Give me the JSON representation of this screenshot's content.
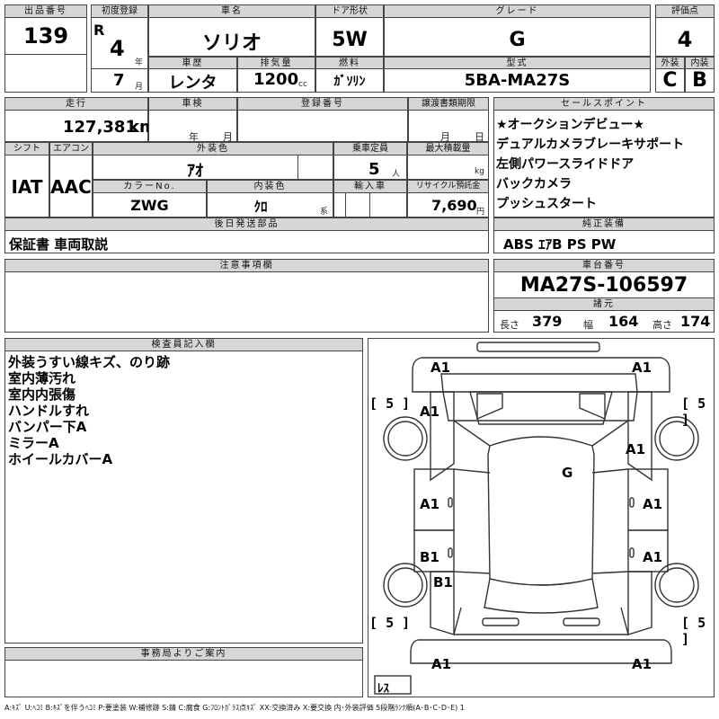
{
  "head": {
    "lot_label": "出品番号",
    "lot_no": "139",
    "first_reg_label": "初度登録",
    "era": "R",
    "year": "4",
    "year_unit": "年",
    "month": "7",
    "month_unit": "月",
    "car_name_label": "車名",
    "car_name": "ソリオ",
    "door_label": "ドア形状",
    "door": "5W",
    "grade_label": "グレード",
    "grade": "G",
    "score_label": "評価点",
    "score": "4",
    "history_label": "車歴",
    "history": "レンタ",
    "displacement_label": "排気量",
    "displacement": "1200",
    "displacement_unit": "cc",
    "fuel_label": "燃料",
    "fuel": "ｶﾞｿﾘﾝ",
    "model_label": "型式",
    "model": "5BA-MA27S",
    "exterior_label": "外装",
    "exterior": "C",
    "interior_label": "内装",
    "interior": "B"
  },
  "mid": {
    "mileage_label": "走行",
    "mileage": "127,381",
    "mileage_unit": "km",
    "inspection_label": "車検",
    "insp_year_unit": "年",
    "insp_month_unit": "月",
    "reg_label": "登録番号",
    "transfer_label": "譲渡書類期限",
    "tr_month_unit": "月",
    "tr_day_unit": "日",
    "shift_label": "シフト",
    "shift": "IAT",
    "ac_label": "エアコン",
    "ac": "AAC",
    "color_label": "外装色",
    "color": "ｱｵ",
    "capacity_label": "乗車定員",
    "capacity": "5",
    "capacity_unit": "人",
    "load_label": "最大積載量",
    "load_unit": "kg",
    "color_no_label": "カラーNo.",
    "color_no": "ZWG",
    "int_color_label": "内装色",
    "int_color": "ｸﾛ",
    "int_color_unit": "系",
    "import_label": "輸入車",
    "recycle_label": "リサイクル預託金",
    "recycle": "7,690",
    "recycle_unit": "円",
    "later_label": "後日発送部品",
    "later": "保証書 車両取説",
    "notes_label": "注意事項欄"
  },
  "right": {
    "sales_label": "セールスポイント",
    "sales": [
      "★オークションデビュー★",
      "デュアルカメラブレーキサポート",
      "左側パワースライドドア",
      "バックカメラ",
      "プッシュスタート"
    ],
    "equip_label": "純正装備",
    "equip": "ABS ｴｱB PS PW",
    "chassis_label": "車台番号",
    "chassis": "MA27S-106597",
    "spec_label": "諸元",
    "len_label": "長さ",
    "len": "379",
    "wid_label": "幅",
    "wid": "164",
    "hei_label": "高さ",
    "hei": "174"
  },
  "inspector": {
    "label": "検査員記入欄",
    "lines": [
      "外装うすい線キズ、のり跡",
      "室内薄汚れ",
      "室内内張傷",
      "ハンドルすれ",
      "バンパー下A",
      "ミラーA",
      "ホイールカバーA"
    ]
  },
  "office": {
    "label": "事務局よりご案内"
  },
  "diagram": {
    "marks": {
      "front_left": "A1",
      "front_right": "A1",
      "fender_left": "A1",
      "fender_right": "A1",
      "roof": "G",
      "front_door_left": "A1",
      "front_door_right": "A1",
      "rear_door_left": "B1",
      "rear_door_right": "A1",
      "quarter_left": "B1",
      "rear_left": "A1",
      "rear_right": "A1"
    },
    "tire_fl": "5",
    "tire_fr": "5",
    "tire_rl": "5",
    "tire_rr": "5",
    "spare": "ﾚｽ"
  },
  "legend": "A:ｷｽﾞ U:ﾍｺﾐ B:ｷｽﾞを伴うﾍｺﾐ P:要塗装 W:補修跡 S:錆 C:腐食 G:ﾌﾛﾝﾄｶﾞﾗｽ点ｷｽﾞ XX:交換済み X:要交換 内･外装評価 5段階ﾗﾝｸ順(A･B･C･D･E) 1"
}
